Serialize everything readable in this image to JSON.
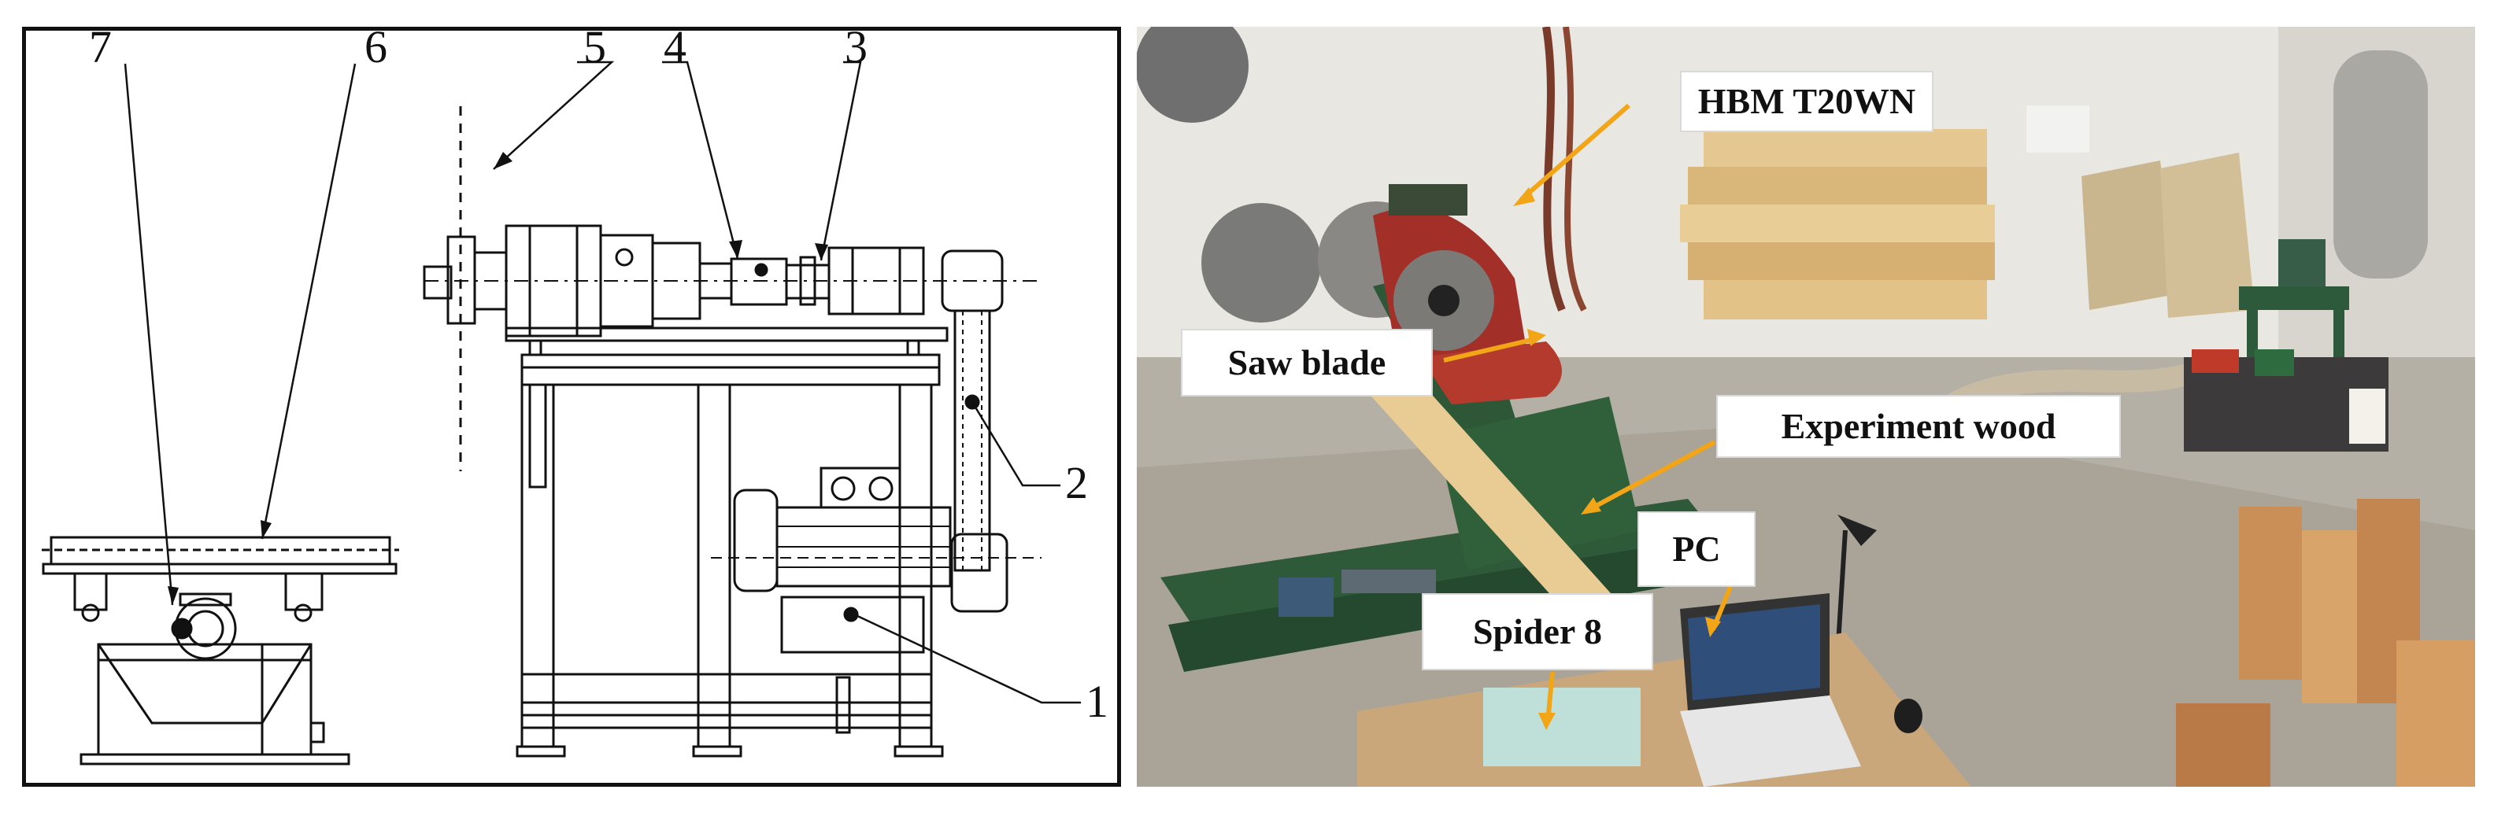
{
  "drawing": {
    "callouts": [
      "1",
      "2",
      "3",
      "4",
      "5",
      "6",
      "7"
    ]
  },
  "photo": {
    "labels": {
      "hbm": "HBM T20WN",
      "saw_blade": "Saw blade",
      "experiment_wood": "Experiment wood",
      "pc": "PC",
      "spider": "Spider 8"
    }
  },
  "colors": {
    "arrow": "#f2a517",
    "machine_green": "#2f5a3a",
    "guard_red": "#a0302b",
    "wood": "#e6c58c"
  }
}
